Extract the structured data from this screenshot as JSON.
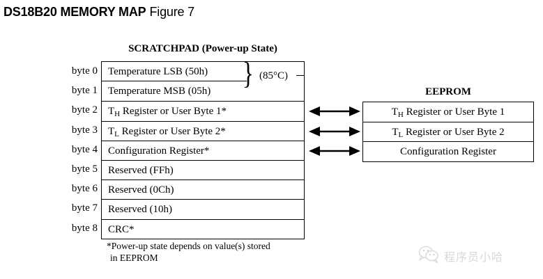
{
  "title": {
    "main": "DS18B20 MEMORY MAP",
    "figure": "Figure 7"
  },
  "scratchpad": {
    "heading": "SCRATCHPAD (Power-up State)",
    "byte_labels": [
      "byte 0",
      "byte 1",
      "byte 2",
      "byte 3",
      "byte 4",
      "byte 5",
      "byte 6",
      "byte 7",
      "byte 8"
    ],
    "rows": [
      {
        "text": "Temperature LSB  (50h)"
      },
      {
        "text": "Temperature MSB (05h)"
      },
      {
        "prefix": "T",
        "sub": "H",
        "suffix": " Register or User Byte 1*"
      },
      {
        "prefix": "T",
        "sub": "L",
        "suffix": " Register or User Byte 2*"
      },
      {
        "text": "Configuration Register*"
      },
      {
        "text": "Reserved (FFh)"
      },
      {
        "text": "Reserved (0Ch)"
      },
      {
        "text": "Reserved (10h)"
      },
      {
        "text": "CRC*"
      }
    ],
    "temperature_annotation": "(85°C)",
    "brace_glyph": "}"
  },
  "eeprom": {
    "heading": "EEPROM",
    "rows": [
      {
        "prefix": "T",
        "sub": "H",
        "suffix": " Register or User Byte 1"
      },
      {
        "prefix": "T",
        "sub": "L",
        "suffix": " Register or User Byte 2"
      },
      {
        "text": "Configuration Register"
      }
    ]
  },
  "arrows": {
    "count": 3,
    "style": "double-headed"
  },
  "footnote": {
    "line1": "*Power-up state depends on value(s) stored",
    "line2": "in EEPROM"
  },
  "watermark": {
    "text": "程序员小哈",
    "color": "#d8d8d8"
  }
}
